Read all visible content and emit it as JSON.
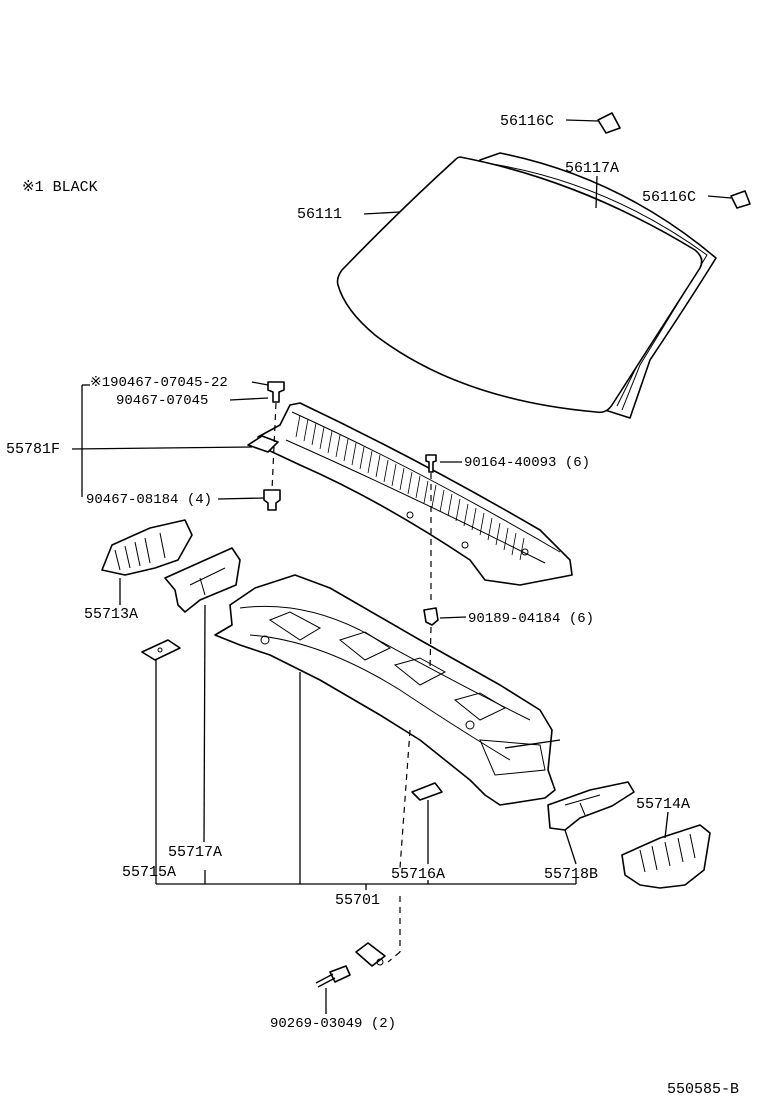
{
  "note": "※1 BLACK",
  "diagram_code": "550585-B",
  "labels": {
    "p56116c_top": "56116C",
    "p56117a": "56117A",
    "p56116c_right": "56116C",
    "p56111": "56111",
    "p90467_07045_22": "※190467-07045-22",
    "p90467_07045": "90467-07045",
    "p55781f": "55781F",
    "p90164": "90164-40093 (6)",
    "p90467_08184": "90467-08184 (4)",
    "p55713a": "55713A",
    "p90189": "90189-04184 (6)",
    "p55714a": "55714A",
    "p55717a": "55717A",
    "p55715a": "55715A",
    "p55716a": "55716A",
    "p55718b": "55718B",
    "p55701": "55701",
    "p90269": "90269-03049 (2)"
  }
}
